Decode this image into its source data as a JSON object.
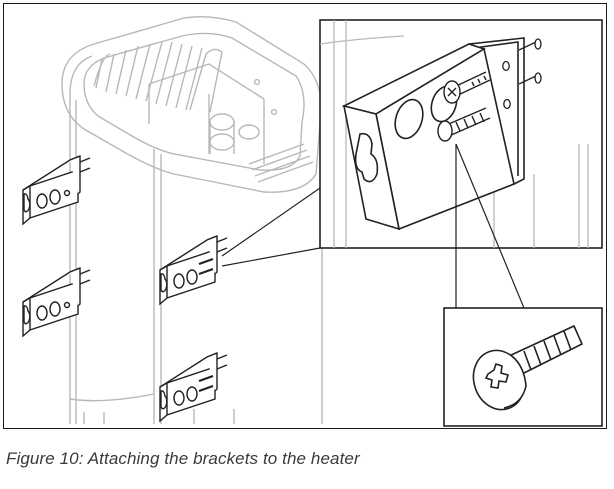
{
  "figure": {
    "caption": "Figure 10: Attaching the brackets to the heater",
    "number": 10,
    "subject": "heater",
    "parts": [
      "bracket",
      "bracket",
      "bracket",
      "bracket",
      "bracket",
      "screw"
    ],
    "colors": {
      "frame": "#1a1a1a",
      "heater_outline": "#b8b8b8",
      "line_art": "#222222",
      "caption_text": "#3a3a3a"
    }
  }
}
